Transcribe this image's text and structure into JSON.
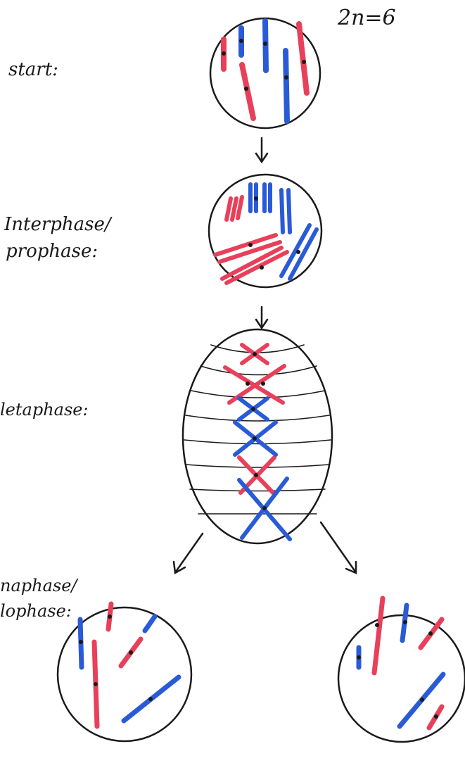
{
  "diagram": {
    "ploidy_note": "2n=6",
    "stage_labels": {
      "start": "start:",
      "interphase_line1": "Interphase/",
      "interphase_line2": "prophase:",
      "metaphase": "letaphase:",
      "anaphase_line1": "naphase/",
      "anaphase_line2": "lophase:"
    }
  },
  "colors": {
    "maternal": "#e8405a",
    "paternal": "#2a5bd7",
    "ink": "#1a1a1a"
  }
}
